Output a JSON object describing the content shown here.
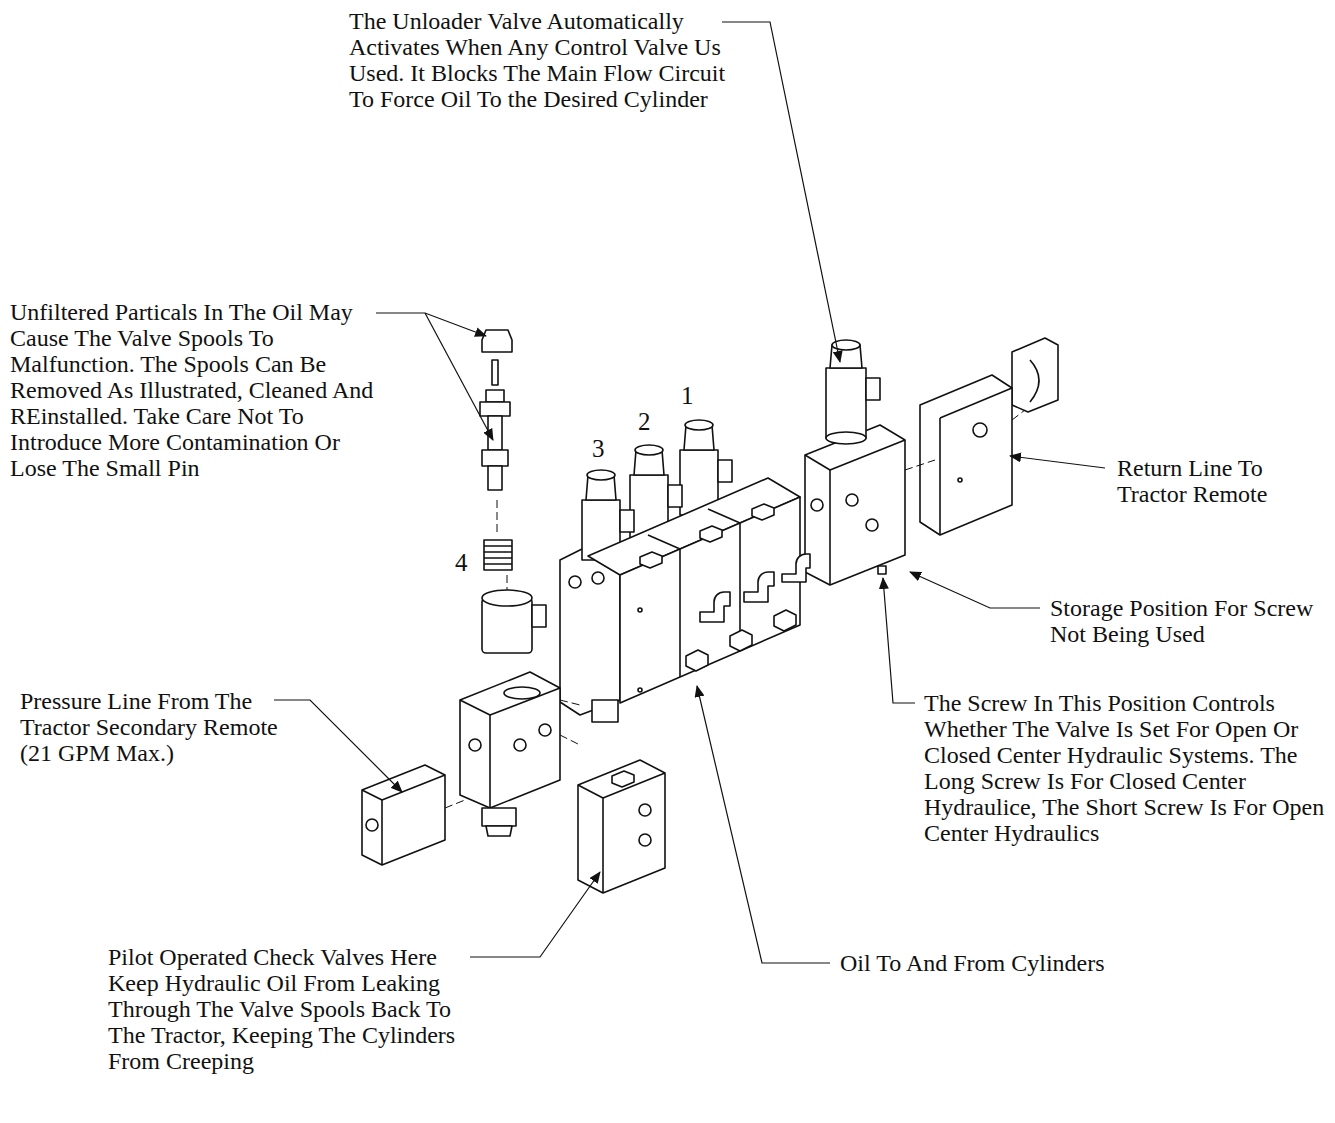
{
  "diagram": {
    "labels": [
      "The Unloader Valve Automatically Activates When Any Control Valve Us Used. It Blocks The Main Flow Circuit To Force Oil To the Desired Cylinder",
      "Unfiltered Particals In The Oil May Cause The Valve Spools To Malfunction. The Spools Can Be Removed As Illustrated, Cleaned And REinstalled. Take Care Not To Introduce More Contamination Or Lose The Small Pin",
      "1",
      "2",
      "3",
      "4",
      "Return Line To Tractor Remote",
      "Storage Position For Screw Not Being Used",
      "Pressure Line From The Tractor Secondary Remote (21 GPM Max.)",
      "The Screw In This Position Controls Whether The Valve Is Set For Open Or Closed Center Hydraulic Systems. The Long Screw Is For Closed Center Hydraulice, The Short Screw Is For Open Center Hydraulics",
      "Oil To And From Cylinders",
      "Pilot Operated Check Valves Here Keep Hydraulic Oil From Leaking Through The Valve Spools Back To The Tractor, Keeping The Cylinders From Creeping"
    ]
  }
}
